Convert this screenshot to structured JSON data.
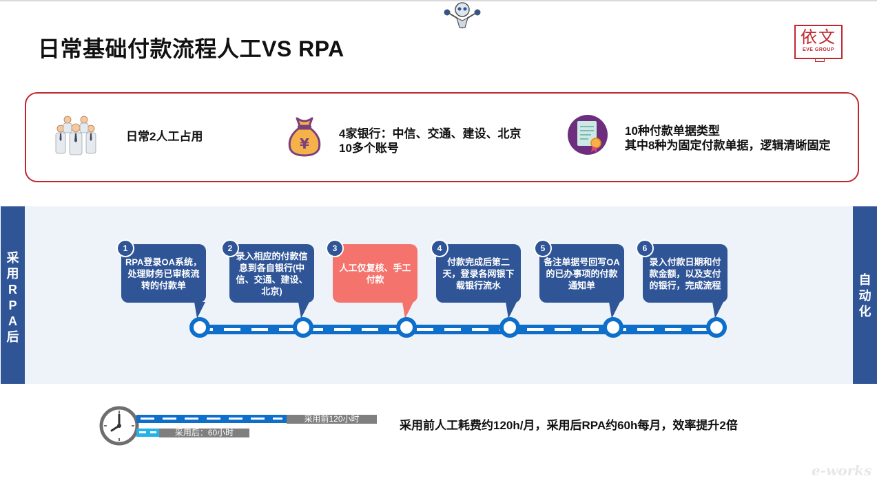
{
  "slide": {
    "title": "日常基础付款流程人工VS RPA",
    "logo": {
      "cn": "依文",
      "en": "EVE GROUP"
    }
  },
  "info": {
    "items": [
      {
        "icon": "people-group-icon",
        "lines": [
          "日常2人工占用"
        ]
      },
      {
        "icon": "money-bag-icon",
        "lines": [
          "4家银行：中信、交通、建设、北京",
          "10多个账号"
        ]
      },
      {
        "icon": "certificate-document-icon",
        "lines": [
          "10种付款单据类型",
          "其中8种为固定付款单据，逻辑清晰固定"
        ]
      }
    ]
  },
  "sidebar": {
    "left_chars": [
      "采",
      "用",
      "R",
      "P",
      "A",
      "后"
    ],
    "right_chars": [
      "自",
      "动",
      "化"
    ]
  },
  "steps": [
    {
      "num": "1",
      "text": "RPA登录OA系统，处理财务已审核流转的付款单",
      "highlight": false
    },
    {
      "num": "2",
      "text": "录入相应的付款信息到各自银行(中信、交通、建设、北京)",
      "highlight": false
    },
    {
      "num": "3",
      "text": "人工仅复核、手工付款",
      "highlight": true
    },
    {
      "num": "4",
      "text": "付款完成后第二天，登录各网银下载银行流水",
      "highlight": false
    },
    {
      "num": "5",
      "text": "备注单据号回写OA的已办事项的付款通知单",
      "highlight": false
    },
    {
      "num": "6",
      "text": "录入付款日期和付款金额，以及支付的银行，完成流程",
      "highlight": false
    }
  ],
  "comparison": {
    "before_label": "采用前120小时",
    "after_label": "采用后：60小时",
    "before_hours": 120,
    "after_hours": 60,
    "summary": "采用前人工耗费约120h/月，采用后RPA约60h每月，效率提升2倍"
  },
  "watermark": "e-works",
  "colors": {
    "navy": "#2f5597",
    "blue": "#0d6fc9",
    "red": "#c0272d",
    "salmon": "#f4736c",
    "panel": "#edf3f9"
  }
}
